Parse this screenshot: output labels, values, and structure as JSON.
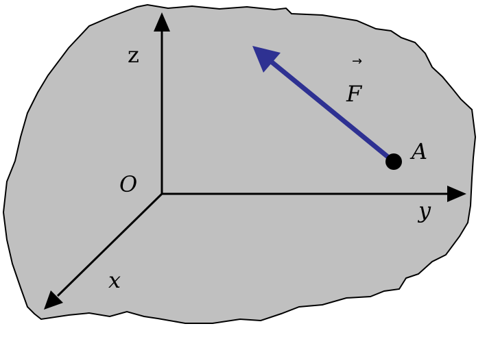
{
  "colors": {
    "background": "#ffffff",
    "body_fill": "#c0c0c0",
    "outline": "#000000",
    "force_vector": "#2e3192",
    "axes": "#000000"
  },
  "labels": {
    "z_axis": "z",
    "y_axis": "y",
    "x_axis": "x",
    "origin": "O",
    "point": "A",
    "force": "F",
    "force_arrow_symbol": "→"
  }
}
